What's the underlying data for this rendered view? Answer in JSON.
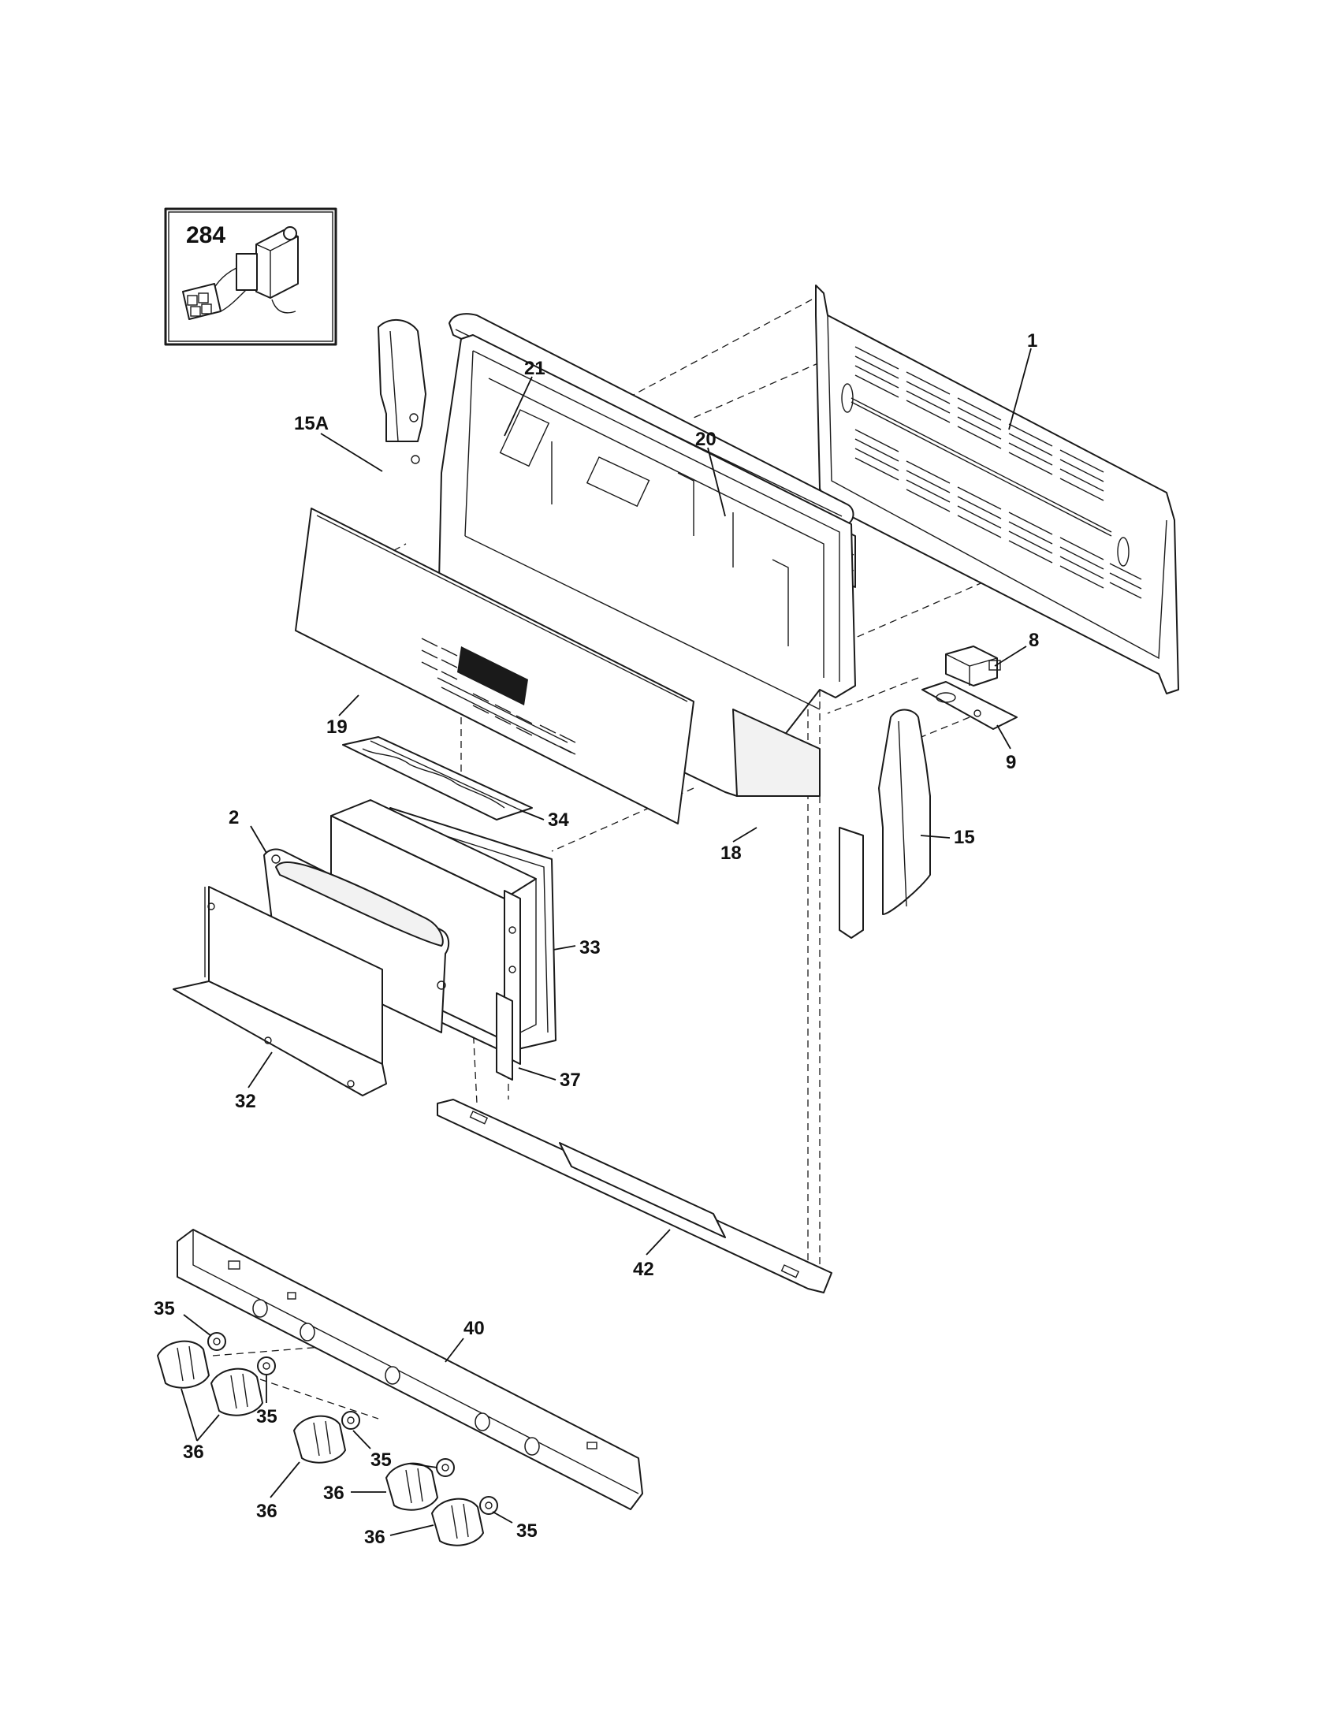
{
  "inset": {
    "label": "284"
  },
  "callouts": {
    "c1": "1",
    "c2": "2",
    "c8": "8",
    "c9": "9",
    "c15": "15",
    "c15a": "15A",
    "c18": "18",
    "c19": "19",
    "c20": "20",
    "c21": "21",
    "c32": "32",
    "c33": "33",
    "c34": "34",
    "c35": "35",
    "c36": "36",
    "c37": "37",
    "c40": "40",
    "c42": "42"
  }
}
